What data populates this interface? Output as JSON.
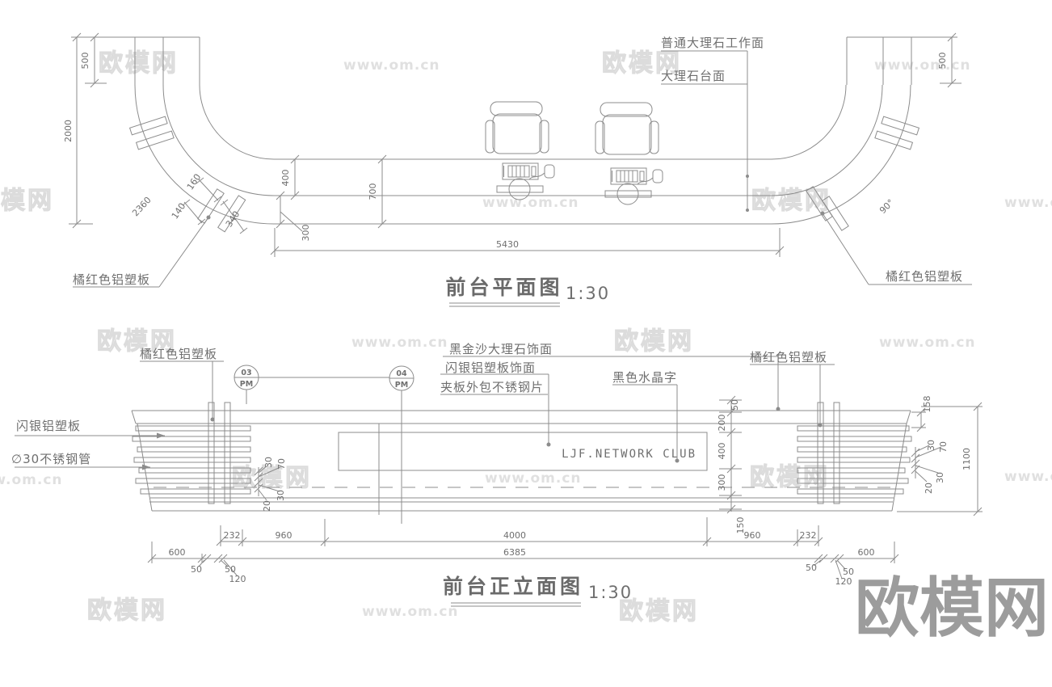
{
  "drawing": {
    "plan": {
      "title": "前台平面图",
      "scale": "1:30",
      "callouts": {
        "work_surface": "普通大理石工作面",
        "marble_top": "大理石台面",
        "orange_panel_left": "橘红色铝塑板",
        "orange_panel_right": "橘红色铝塑板"
      },
      "dims": {
        "leg_500_left": "500",
        "leg_500_right": "500",
        "height_2000": "2000",
        "arc_2360": "2360",
        "d160": "160",
        "d140": "140",
        "d340": "340",
        "d400": "400",
        "d700": "700",
        "d300": "300",
        "width_5430": "5430",
        "angle_90": "90°"
      }
    },
    "elevation": {
      "title": "前台正立面图",
      "scale": "1:30",
      "sign_text": "LJF.NETWORK CLUB",
      "markers": [
        {
          "no": "03",
          "sheet": "PM"
        },
        {
          "no": "04",
          "sheet": "PM"
        }
      ],
      "callouts": {
        "orange_panel_left": "橘红色铝塑板",
        "orange_panel_right": "橘红色铝塑板",
        "marble_face": "黑金沙大理石饰面",
        "silver_panel_face": "闪银铝塑板饰面",
        "plywood_steel": "夹板外包不锈钢片",
        "crystal_letters": "黑色水晶字",
        "silver_panel": "闪银铝塑板",
        "steel_pipe": "∅30不锈钢管"
      },
      "dims": {
        "chain": [
          "50",
          "200",
          "400",
          "300",
          "150"
        ],
        "total_height": "1100",
        "d158": "158",
        "slat_left": [
          "30",
          "70",
          "20",
          "30"
        ],
        "slat_right": [
          "30",
          "70",
          "20",
          "30"
        ],
        "row1": [
          "232",
          "960",
          "4000",
          "960",
          "232"
        ],
        "row2_600_left": "600",
        "row2_600_right": "600",
        "row2_small_left": [
          "50",
          "50",
          "120"
        ],
        "row2_small_right": [
          "50",
          "50",
          "120"
        ],
        "total_width": "6385"
      }
    },
    "watermark": {
      "name": "欧模网",
      "url": "www.om.cn"
    }
  }
}
